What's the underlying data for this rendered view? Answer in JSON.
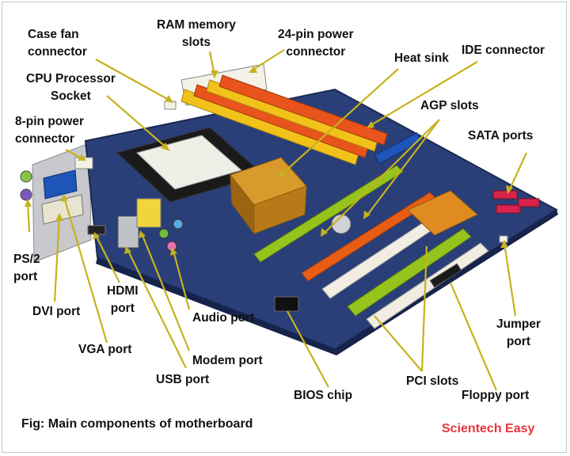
{
  "labels": {
    "ram_line1": "RAM memory",
    "ram_line2": "slots",
    "case_fan_line1": "Case fan",
    "case_fan_line2": "connector",
    "pin24_line1": "24-pin power",
    "pin24_line2": "connector",
    "ide": "IDE connector",
    "heat_sink": "Heat sink",
    "cpu_line1": "CPU Processor",
    "cpu_line2": "Socket",
    "agp": "AGP slots",
    "pin8_line1": "8-pin power",
    "pin8_line2": "connector",
    "sata": "SATA ports",
    "ps2_line1": "PS/2",
    "ps2_line2": "port",
    "hdmi_line1": "HDMI",
    "hdmi_line2": "port",
    "dvi": "DVI port",
    "audio": "Audio port",
    "jumper_line1": "Jumper",
    "jumper_line2": "port",
    "vga": "VGA port",
    "modem": "Modem port",
    "usb": "USB port",
    "pci": "PCI slots",
    "bios": "BIOS chip",
    "floppy": "Floppy port"
  },
  "caption": "Fig: Main components of motherboard",
  "brand": "Scientech Easy",
  "colors": {
    "board": "#2a3f78",
    "ram_slot": "#f2c21b",
    "agp_slot": "#96c41c",
    "pci_slot": "#f1ede2",
    "orange_slot": "#e85d14",
    "heatsink": "#d89a2c",
    "sata": "#d8244a",
    "leader": "#c7b21e",
    "brand": "#e8343a"
  }
}
